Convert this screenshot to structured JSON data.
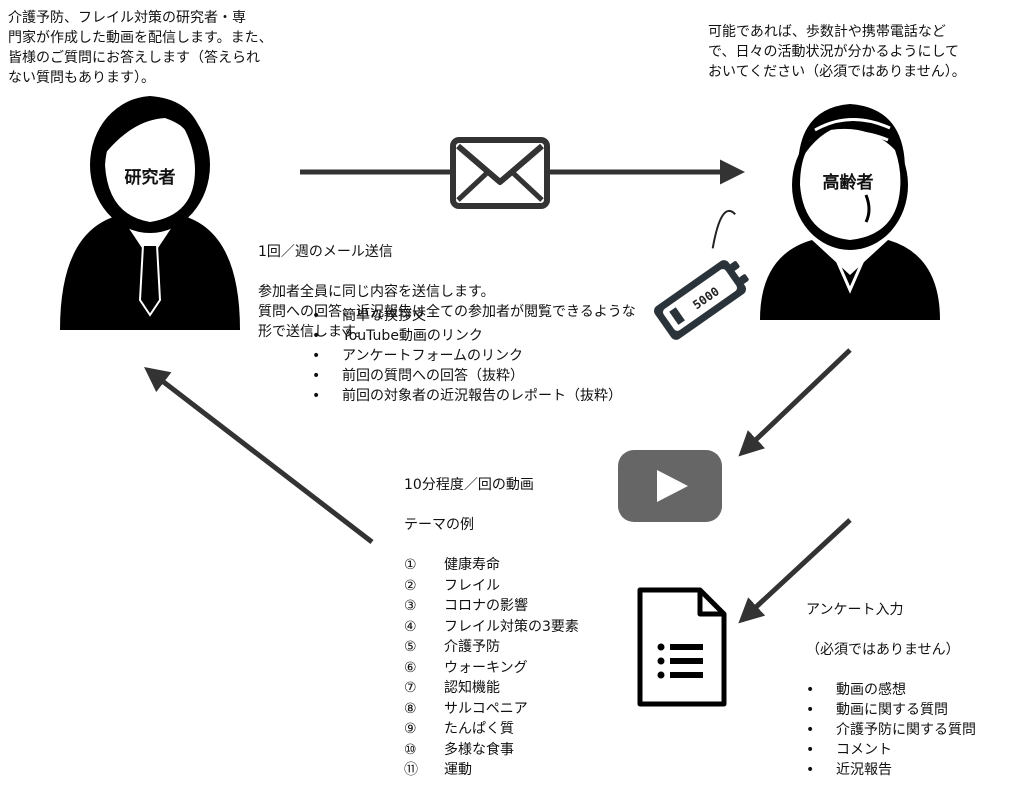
{
  "researcher": {
    "label": "研究者",
    "note": "介護予防、フレイル対策の研究者・専\n門家が作成した動画を配信します。また、\n皆様のご質問にお答えします（答えられ\nない質問もあります）。"
  },
  "elderly": {
    "label": "高齢者",
    "note": "可能であれば、歩数計や携帯電話など\nで、日々の活動状況が分かるようにして\nおいてください（必須ではありません）。",
    "pedometer_text": "5000"
  },
  "mail": {
    "heading": "1回／週のメール送信",
    "description": "参加者全員に同じ内容を送信します。\n質問への回答、近況報告は全ての参加者が閲覧できるような\n形で送信します。",
    "items": [
      "簡単な挨拶文",
      "YouTube動画のリンク",
      "アンケートフォームのリンク",
      "前回の質問への回答（抜粋）",
      "前回の対象者の近況報告のレポート（抜粋）"
    ]
  },
  "video": {
    "heading": "10分程度／回の動画",
    "subheading": "テーマの例",
    "themes": [
      {
        "num": "①",
        "label": "健康寿命"
      },
      {
        "num": "②",
        "label": "フレイル"
      },
      {
        "num": "③",
        "label": "コロナの影響"
      },
      {
        "num": "④",
        "label": "フレイル対策の3要素"
      },
      {
        "num": "⑤",
        "label": "介護予防"
      },
      {
        "num": "⑥",
        "label": "ウォーキング"
      },
      {
        "num": "⑦",
        "label": "認知機能"
      },
      {
        "num": "⑧",
        "label": "サルコペニア"
      },
      {
        "num": "⑨",
        "label": "たんぱく質"
      },
      {
        "num": "⑩",
        "label": "多様な食事"
      },
      {
        "num": "⑪",
        "label": "運動"
      }
    ]
  },
  "survey": {
    "heading": "アンケート入力",
    "subheading": "（必須ではありません）",
    "items": [
      "動画の感想",
      "動画に関する質問",
      "介護予防に関する質問",
      "コメント",
      "近況報告"
    ]
  },
  "colors": {
    "arrow": "#333333",
    "figure": "#000000",
    "youtube": "#666666"
  },
  "icons": {
    "mail": "envelope-icon",
    "video": "youtube-play-icon",
    "form": "document-list-icon",
    "pedometer": "pedometer-icon"
  }
}
